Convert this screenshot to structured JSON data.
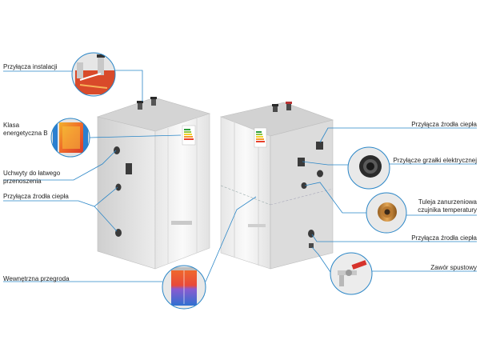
{
  "labels": {
    "przylacza_instalacji": "Przyłącza instalacji",
    "klasa_energetyczna": "Klasa energetyczna B",
    "uchwyty": "Uchwyty do łatwego przenoszenia",
    "przylacza_zrodla_left": "Przyłącza źrodła ciepła",
    "wewnetrzna_przegroda": "Wewnętrzna przegroda",
    "przylacza_zrodla_right_top": "Przyłącza źrodła ciepła",
    "przylacze_grzalki": "Przyłącze grzałki elektrycznej",
    "tuleja": "Tuleja zanurzeniowa czujnika temperatury",
    "przylacza_zrodla_right_bottom": "Przyłącza źrodła ciepła",
    "zawor_spustowy": "Zawór spustowy"
  },
  "colors": {
    "callout_line": "#2a86c7",
    "tank_light": "#f2f2f2",
    "tank_mid": "#d9d9d9",
    "tank_dark": "#b8b8b8",
    "hot": "#e8492b",
    "cold": "#2f6fd0",
    "copper": "#c8893a"
  }
}
